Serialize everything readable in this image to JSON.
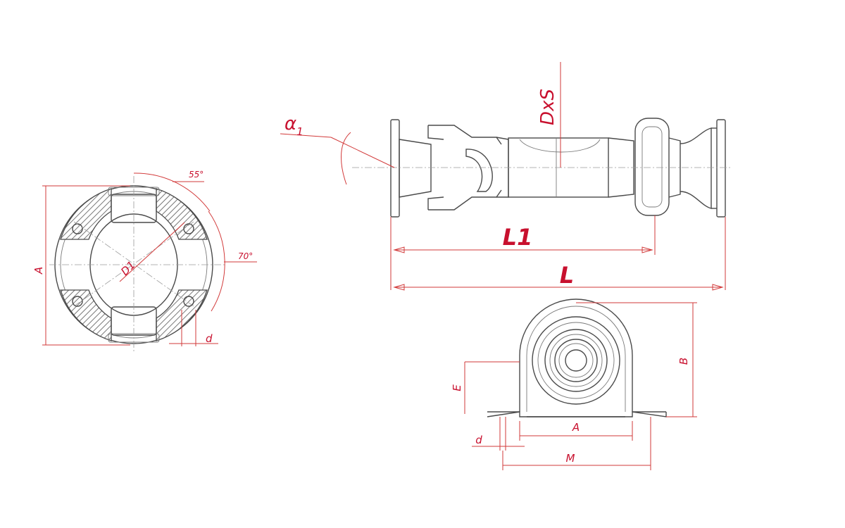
{
  "labels": {
    "alpha": "α",
    "alpha_sub": "1",
    "dxs": "DxS",
    "l1": "L1",
    "l": "L",
    "a_left": "A",
    "d1": "D1",
    "angle_55": "55°",
    "angle_70": "70°",
    "d_left": "d",
    "b": "B",
    "e": "E",
    "a_bottom": "A",
    "d_bottom": "d",
    "m": "M"
  },
  "colors": {
    "outline": "#4a4a4a",
    "dimension": "#d23a3a",
    "label": "#c8102e",
    "background": "#ffffff"
  }
}
